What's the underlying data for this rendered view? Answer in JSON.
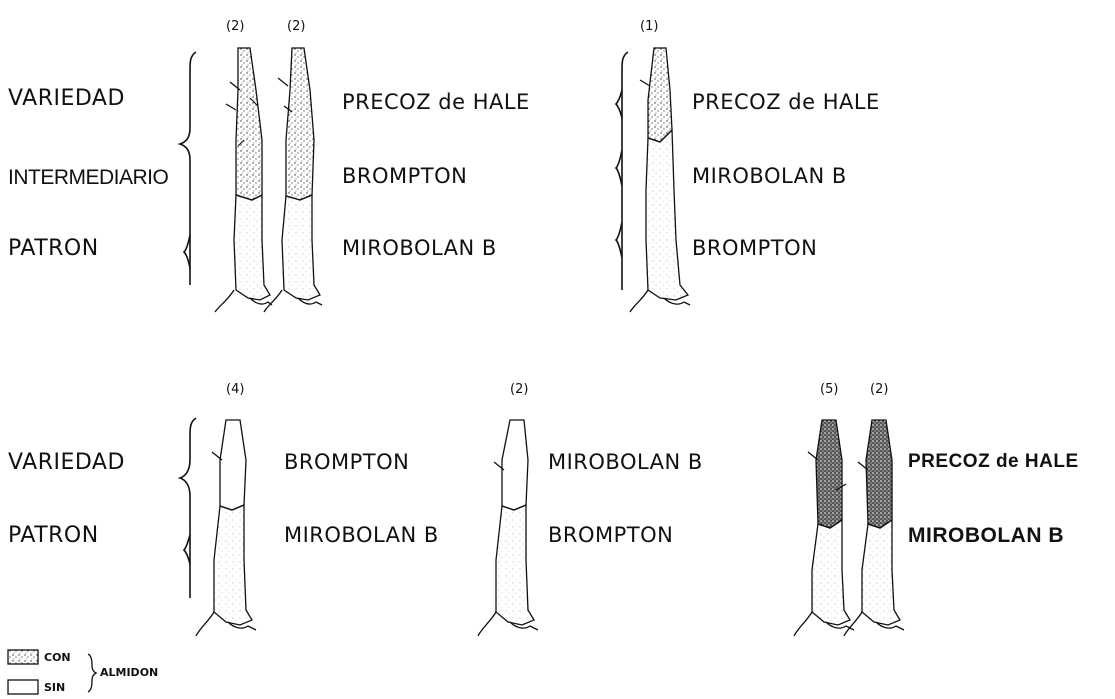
{
  "panel_a": {
    "row_labels": [
      "VARIEDAD",
      "INTERMEDIARIO",
      "PATRON"
    ],
    "group_left": {
      "counts": [
        "(2)",
        "(2)"
      ],
      "labels": [
        "PRECOZ de HALE",
        "BROMPTON",
        "MIROBOLAN  B"
      ]
    },
    "group_right": {
      "counts": [
        "(1)"
      ],
      "labels": [
        "PRECOZ de HALE",
        "MIROBOLAN  B",
        "BROMPTON"
      ]
    }
  },
  "panel_b": {
    "row_labels": [
      "VARIEDAD",
      "PATRON"
    ],
    "group_1": {
      "counts": [
        "(4)"
      ],
      "labels": [
        "BROMPTON",
        "MIROBOLAN B"
      ]
    },
    "group_2": {
      "counts": [
        "(2)"
      ],
      "labels": [
        "MIROBOLAN B",
        "BROMPTON"
      ]
    },
    "group_3": {
      "counts": [
        "(5)",
        "(2)"
      ],
      "labels": [
        "PRECOZ de HALE",
        "MIROBOLAN  B"
      ]
    }
  },
  "legend": {
    "items": [
      "CON",
      "SIN"
    ],
    "group_label": "ALMIDON"
  }
}
